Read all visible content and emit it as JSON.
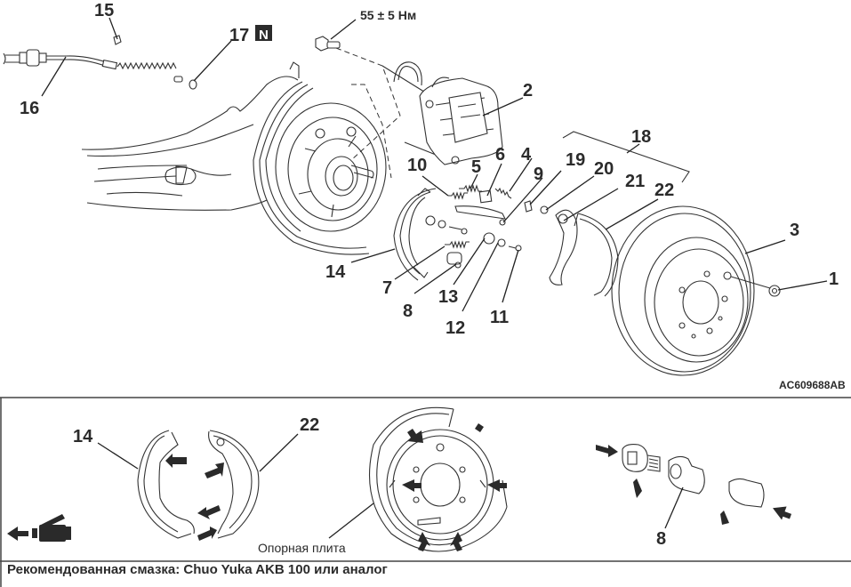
{
  "figure": {
    "code": "AC609688AB",
    "torque_spec": "55 ± 5 Нм",
    "new_part_badge": "N",
    "callouts": {
      "c1": "1",
      "c2": "2",
      "c3": "3",
      "c4": "4",
      "c5": "5",
      "c6": "6",
      "c7": "7",
      "c8": "8",
      "c9": "9",
      "c10": "10",
      "c11": "11",
      "c12": "12",
      "c13": "13",
      "c14": "14",
      "c15": "15",
      "c16": "16",
      "c17": "17",
      "c18": "18",
      "c19": "19",
      "c20": "20",
      "c21": "21",
      "c22": "22"
    }
  },
  "lubrication_panel": {
    "callouts": {
      "shoe_left": "14",
      "shoe_right": "22",
      "adjuster": "8"
    },
    "backing_plate_label": "Опорная плита",
    "grease_icon": "grease-gun-icon",
    "caption": "Рекомендованная смазка: Chuo Yuka AKB 100 или аналог"
  }
}
